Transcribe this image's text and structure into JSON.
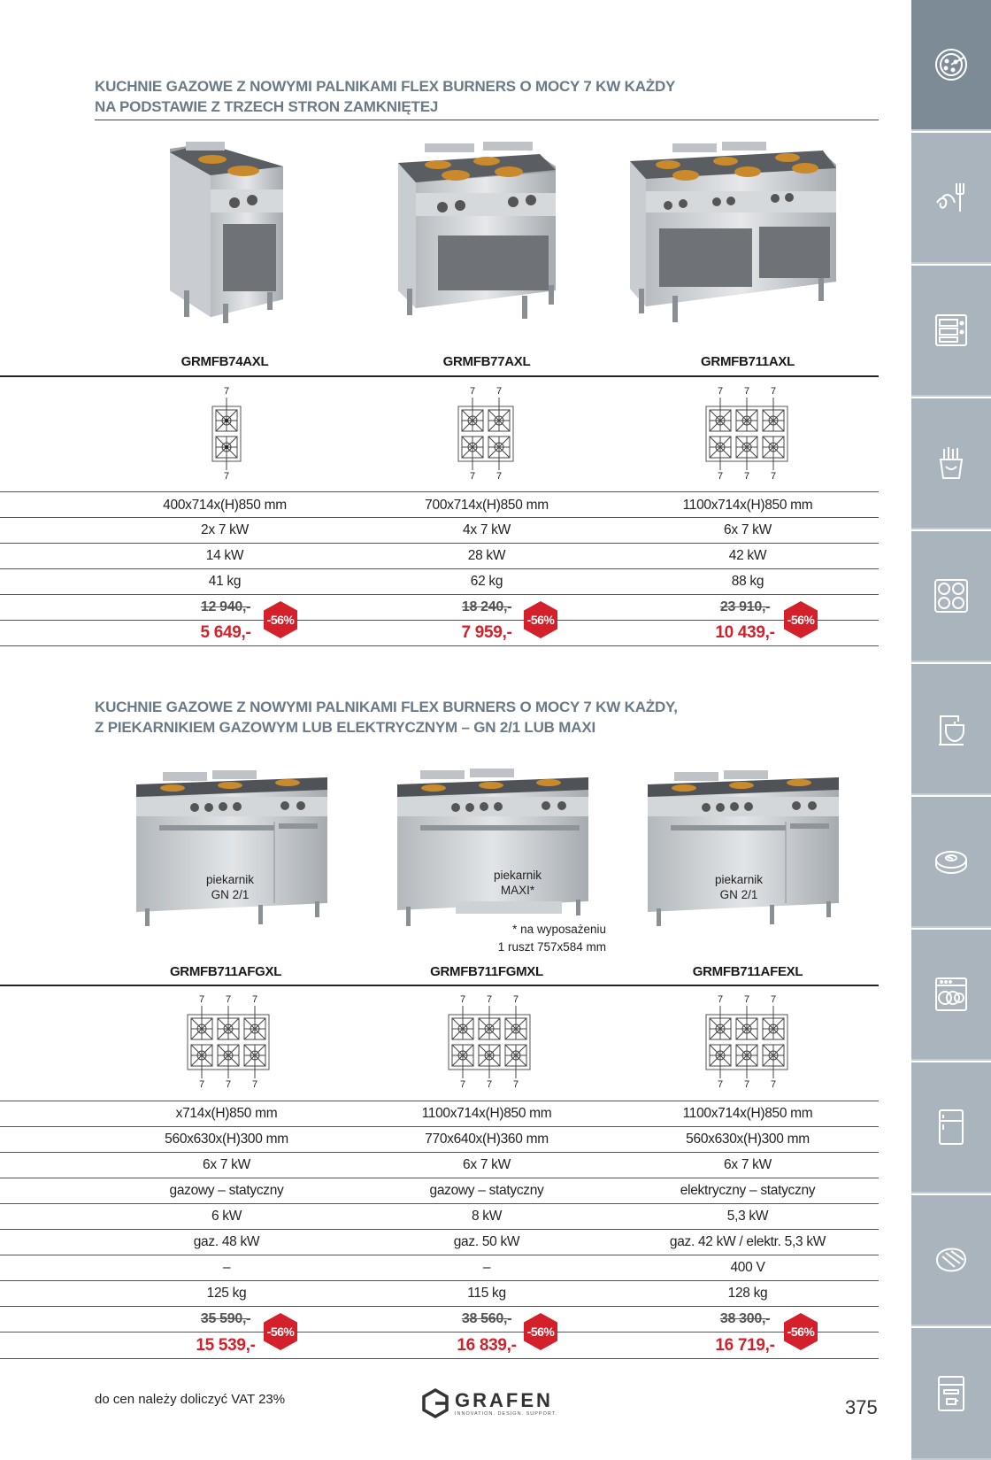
{
  "sections": [
    {
      "title_line1": "KUCHNIE GAZOWE Z NOWYMI PALNIKAMI FLEX BURNERS O MOCY 7 KW KAŻDY",
      "title_line2": "NA PODSTAWIE Z TRZECH STRON ZAMKNIĘTEJ",
      "products": [
        {
          "code": "GRMFB74AXL",
          "burner_top": [
            "7"
          ],
          "burner_bottom": [
            "7"
          ],
          "specs": [
            "400x714x(H)850 mm",
            "2x 7 kW",
            "14 kW",
            "41 kg"
          ],
          "price_old": "12 940,-",
          "price_new": "5 649,-",
          "discount": "-56%"
        },
        {
          "code": "GRMFB77AXL",
          "burner_top": [
            "7",
            "7"
          ],
          "burner_bottom": [
            "7",
            "7"
          ],
          "specs": [
            "700x714x(H)850 mm",
            "4x 7 kW",
            "28 kW",
            "62 kg"
          ],
          "price_old": "18 240,-",
          "price_new": "7 959,-",
          "discount": "-56%"
        },
        {
          "code": "GRMFB711AXL",
          "burner_top": [
            "7",
            "7",
            "7"
          ],
          "burner_bottom": [
            "7",
            "7",
            "7"
          ],
          "specs": [
            "1100x714x(H)850 mm",
            "6x 7 kW",
            "42 kW",
            "88 kg"
          ],
          "price_old": "23 910,-",
          "price_new": "10 439,-",
          "discount": "-56%"
        }
      ]
    },
    {
      "title_line1": "KUCHNIE GAZOWE Z NOWYMI PALNIKAMI FLEX BURNERS O MOCY 7 KW KAŻDY,",
      "title_line2": "Z PIEKARNIKIEM GAZOWYM LUB ELEKTRYCZNYM – GN 2/1 LUB MAXI",
      "products": [
        {
          "code": "GRMFB711AFGXL",
          "oven_label_1": "piekarnik",
          "oven_label_2": "GN 2/1",
          "burner_top": [
            "7",
            "7",
            "7"
          ],
          "burner_bottom": [
            "7",
            "7",
            "7"
          ],
          "specs": [
            "x714x(H)850 mm",
            "560x630x(H)300 mm",
            "6x 7 kW",
            "gazowy – statyczny",
            "6 kW",
            "gaz. 48 kW",
            "–",
            "125 kg"
          ],
          "price_old": "35 590,-",
          "price_new": "15 539,-",
          "discount": "-56%"
        },
        {
          "code": "GRMFB711FGMXL",
          "oven_label_1": "piekarnik",
          "oven_label_2": "MAXI*",
          "footnote_1": "* na wyposażeniu",
          "footnote_2": "1 ruszt 757x584 mm",
          "burner_top": [
            "7",
            "7",
            "7"
          ],
          "burner_bottom": [
            "7",
            "7",
            "7"
          ],
          "specs": [
            "1100x714x(H)850 mm",
            "770x640x(H)360 mm",
            "6x 7 kW",
            "gazowy – statyczny",
            "8 kW",
            "gaz. 50 kW",
            "–",
            "115 kg"
          ],
          "price_old": "38 560,-",
          "price_new": "16 839,-",
          "discount": "-56%"
        },
        {
          "code": "GRMFB711AFEXL",
          "oven_label_1": "piekarnik",
          "oven_label_2": "GN 2/1",
          "burner_top": [
            "7",
            "7",
            "7"
          ],
          "burner_bottom": [
            "7",
            "7",
            "7"
          ],
          "specs": [
            "1100x714x(H)850 mm",
            "560x630x(H)300 mm",
            "6x 7 kW",
            "elektryczny – statyczny",
            "5,3 kW",
            "gaz. 42 kW / elektr. 5,3 kW",
            "400 V",
            "128 kg"
          ],
          "price_old": "38 300,-",
          "price_new": "16 719,-",
          "discount": "-56%"
        }
      ]
    }
  ],
  "footer": {
    "vat_note": "do cen należy doliczyć VAT 23%",
    "logo_text": "GRAFEN",
    "logo_tagline": "INNOVATION. DESIGN. SUPPORT.",
    "page_number": "375"
  },
  "sidebar": {
    "icons": [
      "pizza-icon",
      "pasta-icon",
      "display-case-icon",
      "fries-icon",
      "induction-hob-icon",
      "mixer-icon",
      "dessert-icon",
      "dishwasher-icon",
      "fridge-icon",
      "grill-steak-icon",
      "coffee-machine-icon"
    ],
    "active_index": 0
  },
  "colors": {
    "heading": "#6b7a86",
    "price_new": "#d4202a",
    "badge": "#d4202a",
    "sidebar_tile": "#a9b4bd",
    "sidebar_active": "#7d8b97"
  }
}
